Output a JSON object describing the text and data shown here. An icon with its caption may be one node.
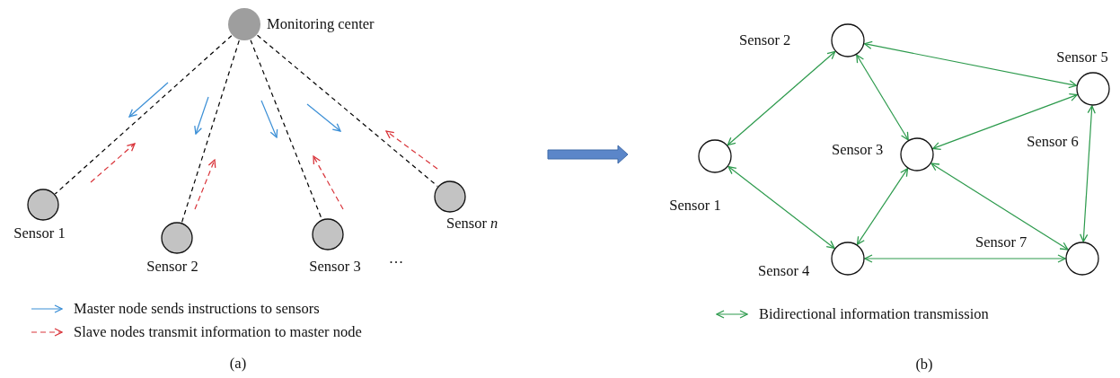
{
  "diagram": {
    "nodes": [
      {
        "text": [],
        "shape": "circle",
        "beside": [
          "Monitoring center"
        ]
      },
      {
        "text": [],
        "shape": "circle",
        "beside": [
          "Sensor 1"
        ]
      },
      {
        "text": [],
        "shape": "circle",
        "beside": [
          "Sensor 2"
        ]
      },
      {
        "text": [],
        "shape": "circle",
        "beside": [
          "Sensor 3"
        ]
      },
      {
        "text": [],
        "shape": "circle",
        "beside": [
          "Sensor *n*"
        ]
      },
      {
        "text": [],
        "shape": "circle",
        "beside": [
          "Sensor 2"
        ]
      },
      {
        "text": [],
        "shape": "circle",
        "beside": [
          "Sensor 1"
        ]
      },
      {
        "text": [],
        "shape": "circle",
        "beside": [
          "Sensor 3"
        ]
      },
      {
        "text": [],
        "shape": "circle",
        "beside": [
          "Sensor 5"
        ]
      },
      {
        "text": [],
        "shape": "circle",
        "beside": [
          "Sensor 4"
        ]
      },
      {
        "text": [],
        "shape": "circle",
        "beside": [
          "Sensor 7"
        ]
      }
    ],
    "edges": [
      {
        "from": 0,
        "to": 1,
        "arrow": "none",
        "style": "dashed",
        "color": "#000000"
      },
      {
        "from": 0,
        "to": 2,
        "arrow": "none",
        "style": "dashed",
        "color": "#000000"
      },
      {
        "from": 0,
        "to": 3,
        "arrow": "none",
        "style": "dashed",
        "color": "#000000"
      },
      {
        "from": 0,
        "to": 4,
        "arrow": "none",
        "style": "dashed",
        "color": "#000000"
      },
      {
        "from": 5,
        "to": 6,
        "arrow": "both"
      },
      {
        "from": 5,
        "to": 7,
        "arrow": "both"
      },
      {
        "from": 5,
        "to": 8,
        "arrow": "both"
      },
      {
        "from": 8,
        "to": 7,
        "arrow": "both"
      },
      {
        "from": 8,
        "to": 10,
        "arrow": "both"
      },
      {
        "from": 6,
        "to": 9,
        "arrow": "both"
      },
      {
        "from": 7,
        "to": 9,
        "arrow": "both"
      },
      {
        "from": 7,
        "to": 10,
        "arrow": "both"
      },
      {
        "from": 9,
        "to": 10,
        "arrow": "both"
      }
    ],
    "labels": [
      "…",
      "Sensor 6",
      "(a)",
      "(b)"
    ],
    "legend": [
      {
        "text": "Master node sends instructions to sensors"
      },
      {
        "text": "Slave nodes transmit information to master node"
      },
      {
        "text": "Bidirectional information transmission"
      }
    ]
  }
}
